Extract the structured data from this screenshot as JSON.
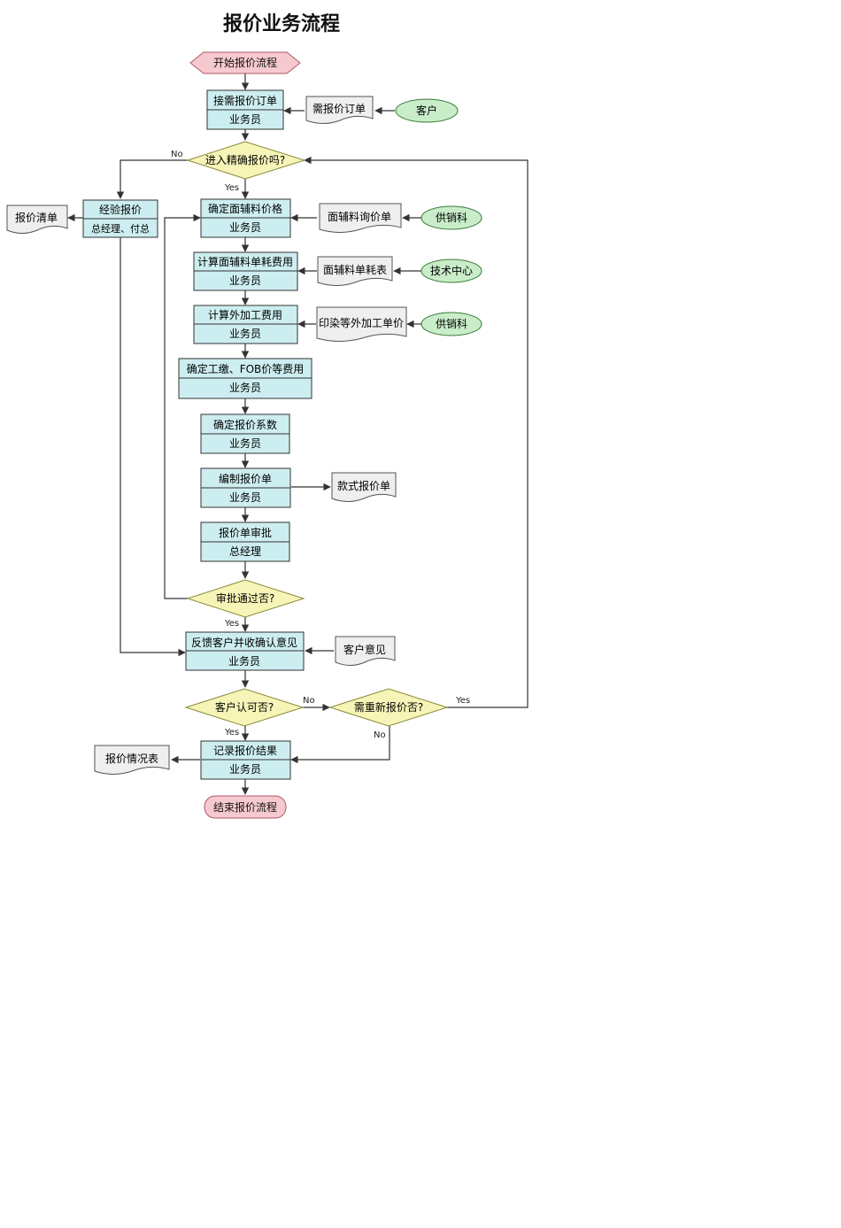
{
  "title": "报价业务流程",
  "nodes": {
    "start": "开始报价流程",
    "receive_order": {
      "task": "接需报价订单",
      "role": "业务员"
    },
    "need_order_doc": "需报价订单",
    "customer": "客户",
    "decision_precise": "进入精确报价吗?",
    "experience_quote": {
      "task": "经验报价",
      "role": "总经理、付总"
    },
    "quote_list_doc": "报价清单",
    "fabric_price": {
      "task": "确定面辅料价格",
      "role": "业务员"
    },
    "fabric_inquiry_doc": "面辅料询价单",
    "supply_dept_1": "供销科",
    "calc_fabric": {
      "task": "计算面辅料单耗费用",
      "role": "业务员"
    },
    "fabric_usage_doc": "面辅料单耗表",
    "tech_center": "技术中心",
    "calc_processing": {
      "task": "计算外加工费用",
      "role": "业务员"
    },
    "dyeing_price_doc": "印染等外加工单价",
    "supply_dept_2": "供销科",
    "fob_cost": {
      "task": "确定工缴、FOB价等费用",
      "role": "业务员"
    },
    "coefficient": {
      "task": "确定报价系数",
      "role": "业务员"
    },
    "compile_quote": {
      "task": "编制报价单",
      "role": "业务员"
    },
    "style_quote_doc": "款式报价单",
    "approve_quote": {
      "task": "报价单审批",
      "role": "总经理"
    },
    "decision_approved": "审批通过否?",
    "feedback": {
      "task": "反馈客户并收确认意见",
      "role": "业务员"
    },
    "customer_opinion_doc": "客户意见",
    "decision_customer": "客户认可否?",
    "decision_requote": "需重新报价否?",
    "record_result": {
      "task": "记录报价结果",
      "role": "业务员"
    },
    "quote_status_doc": "报价情况表",
    "end": "结束报价流程"
  },
  "labels": {
    "no": "No",
    "yes": "Yes"
  },
  "colors": {
    "process_fill": "#cdeef0",
    "decision_fill": "#f7f4b8",
    "terminal_fill": "#f6c9cf",
    "external_fill": "#c9edc9",
    "document_fill": "#efefef",
    "line": "#333333"
  }
}
